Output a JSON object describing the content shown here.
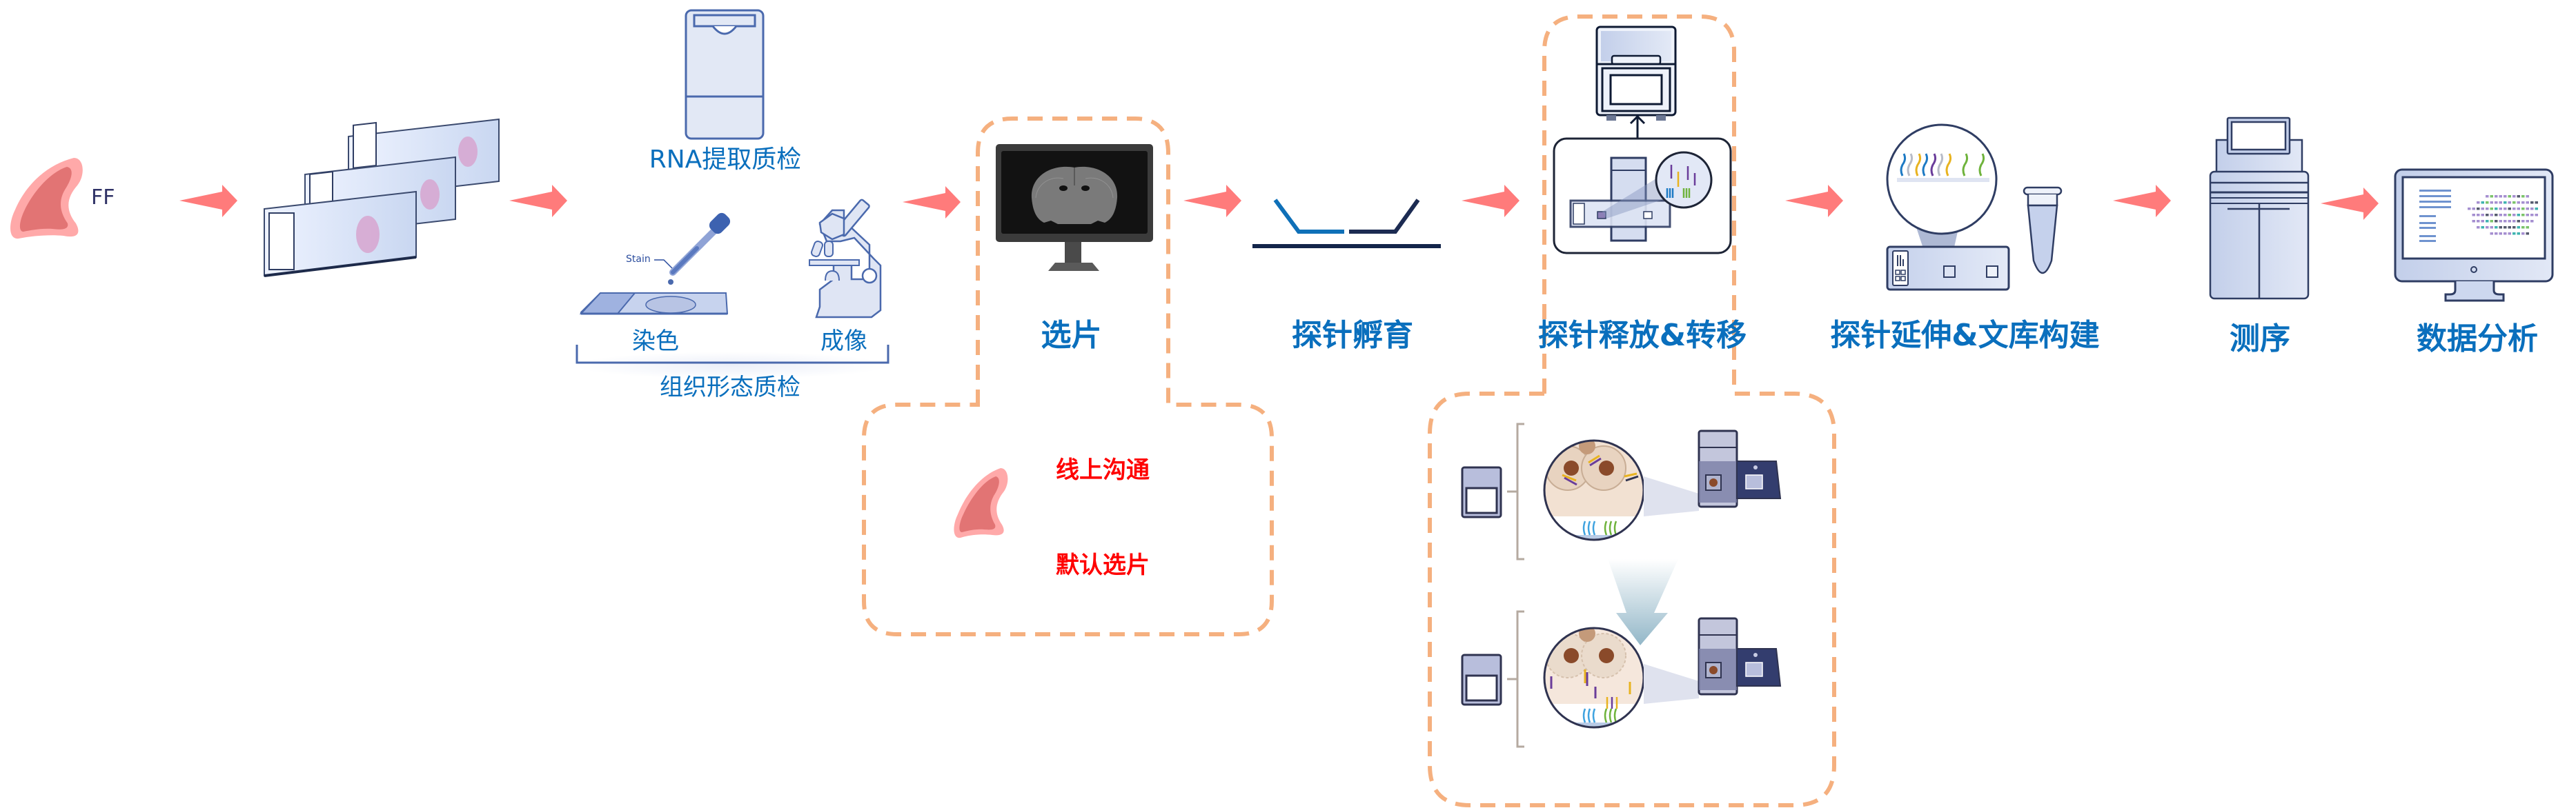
{
  "diagram": {
    "title": "Spatial transcriptomics workflow",
    "colors": {
      "step_label": "#0a6fbd",
      "note_text": "#ff0000",
      "flow_arrow": "#ff7b7b",
      "dashed_group": "#f5b07f",
      "tissue": "#e27474",
      "instrument_outline": "#2f3d63",
      "instrument_fill": "#cdd8ef"
    },
    "sample": {
      "label": "FF",
      "icon": "tissue-icon"
    },
    "steps": [
      {
        "id": "slides",
        "label": "",
        "icon": "glass-slides-icon"
      },
      {
        "id": "qc",
        "sub_steps": [
          {
            "label": "RNA提取质检",
            "icon": "rna-extraction-tube-icon"
          },
          {
            "label": "染色",
            "icon": "stain-dropper-icon",
            "callout": "Stain"
          },
          {
            "label": "成像",
            "icon": "microscope-icon"
          }
        ],
        "group_label": "组织形态质检"
      },
      {
        "id": "select",
        "label": "选片",
        "icon": "monitor-brain-section-icon",
        "notes": [
          "线上沟通",
          "默认选片"
        ]
      },
      {
        "id": "incubation",
        "label": "探针孵育",
        "icon": "probe-hybridization-icon"
      },
      {
        "id": "release",
        "label": "探针释放&转移",
        "icon": "thermocycler-icon"
      },
      {
        "id": "extension",
        "label": "探针延伸&文库构建",
        "icon": "capture-slide-tube-icon"
      },
      {
        "id": "sequencing",
        "label": "测序",
        "icon": "sequencer-icon"
      },
      {
        "id": "analysis",
        "label": "数据分析",
        "icon": "analysis-monitor-icon"
      }
    ],
    "arrows": [
      "arrow-1",
      "arrow-2",
      "arrow-3",
      "arrow-4",
      "arrow-5",
      "arrow-6",
      "arrow-7",
      "arrow-8"
    ]
  }
}
